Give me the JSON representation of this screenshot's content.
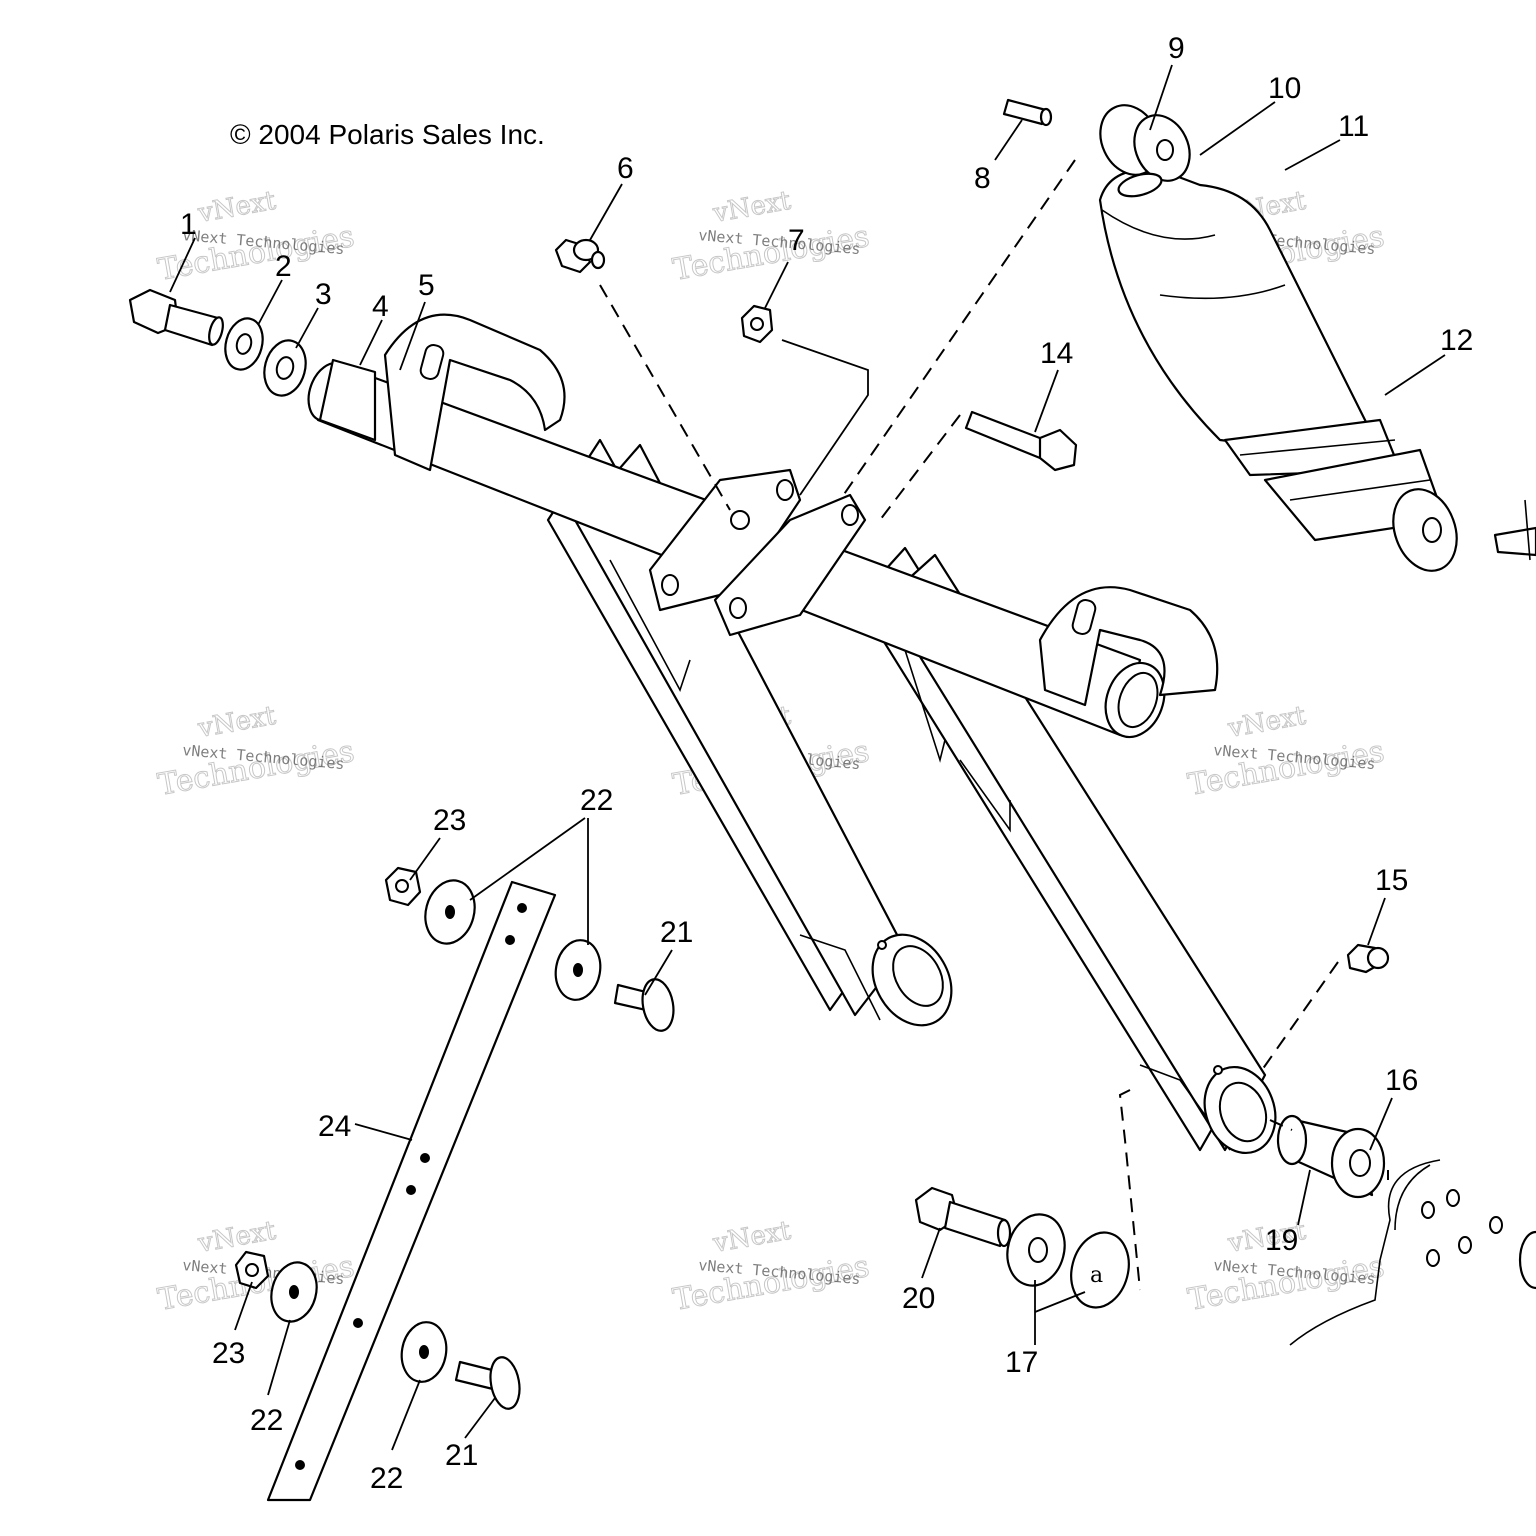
{
  "copyright": "© 2004 Polaris Sales Inc.",
  "watermark": {
    "line1": "vNext",
    "line2": "Technologies",
    "small": "vNext Technologies"
  },
  "callouts": {
    "c1": "1",
    "c2": "2",
    "c3": "3",
    "c4": "4",
    "c5": "5",
    "c6": "6",
    "c7": "7",
    "c8": "8",
    "c9": "9",
    "c10": "10",
    "c11": "11",
    "c12": "12",
    "c14": "14",
    "c15": "15",
    "c16": "16",
    "c17": "17",
    "c19": "19",
    "c20": "20",
    "c21a": "21",
    "c21b": "21",
    "c22a": "22",
    "c22b": "22",
    "c22c": "22",
    "c23a": "23",
    "c23b": "23",
    "c24": "24"
  },
  "colors": {
    "ink": "#000000",
    "paper": "#ffffff",
    "watermark": "#9a9a9a"
  }
}
